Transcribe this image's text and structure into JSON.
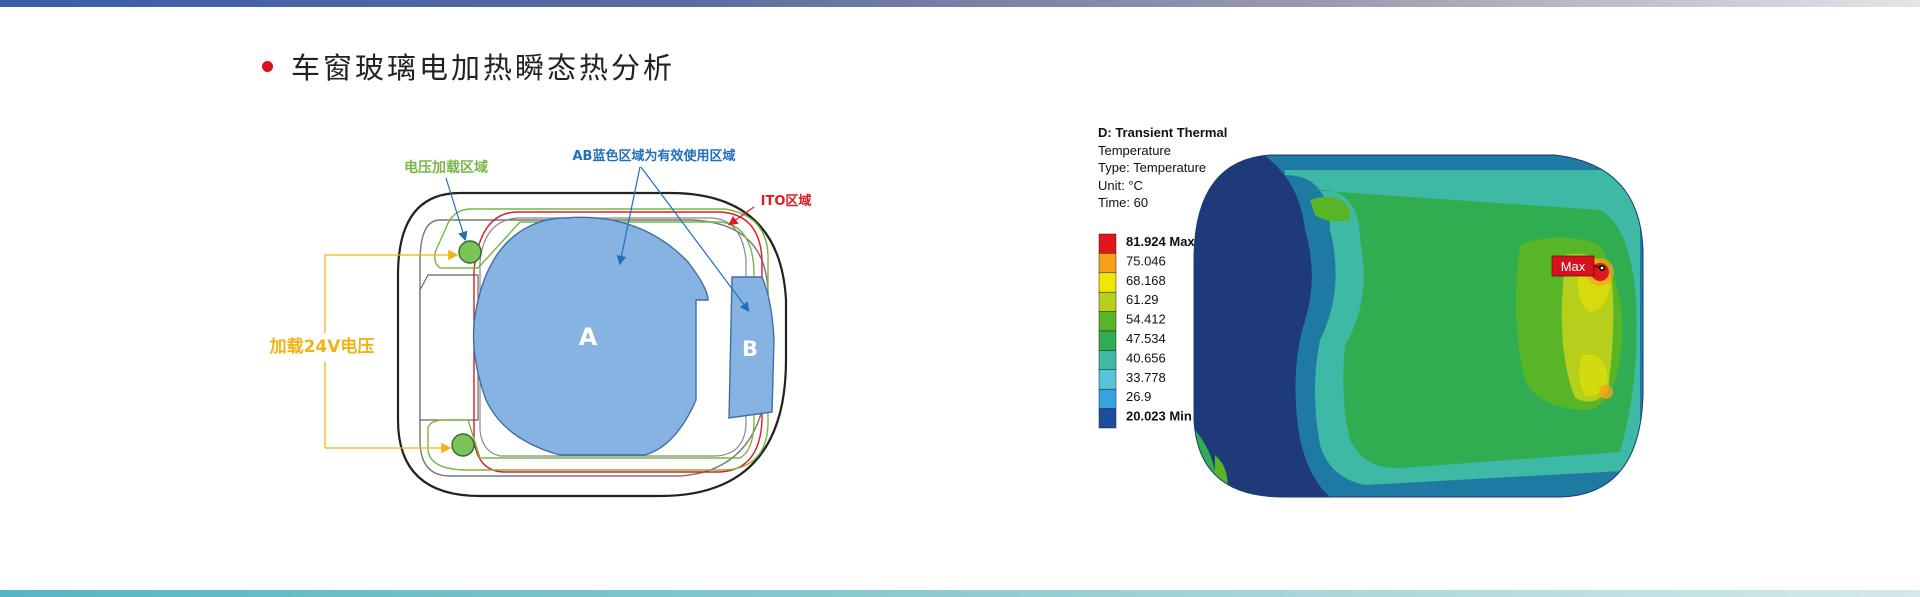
{
  "slide": {
    "title": "车窗玻璃电加热瞬态热分析",
    "accent_color": "#d7111d"
  },
  "diagram": {
    "label_voltage_area": "电压加载区域",
    "label_ab_area": "AB蓝色区域为有效使用区域",
    "label_ito_area": "ITO区域",
    "label_24v": "加载24V电压",
    "label_region_a": "A",
    "label_region_b": "B",
    "colors": {
      "voltage_label": "#7ab648",
      "ab_label": "#1f6fbf",
      "ito_label": "#e01b24",
      "voltage24_label": "#f2b314",
      "region_fill": "#86b3e2"
    }
  },
  "thermal": {
    "header": [
      "D: Transient Thermal",
      "Temperature",
      "Type: Temperature",
      "Unit: °C",
      "Time: 60"
    ],
    "legend": [
      {
        "label": "81.924 Max",
        "color": "#e0161b"
      },
      {
        "label": "75.046",
        "color": "#f5a21a"
      },
      {
        "label": "68.168",
        "color": "#f2e500"
      },
      {
        "label": "61.29",
        "color": "#b5cf1a"
      },
      {
        "label": "54.412",
        "color": "#58b528"
      },
      {
        "label": "47.534",
        "color": "#30ad51"
      },
      {
        "label": "40.656",
        "color": "#3db9a6"
      },
      {
        "label": "33.778",
        "color": "#56c5d9"
      },
      {
        "label": "26.9",
        "color": "#35a2e1"
      },
      {
        "label": "20.023 Min",
        "color": "#1e4d9b"
      }
    ],
    "max_marker": "Max"
  }
}
